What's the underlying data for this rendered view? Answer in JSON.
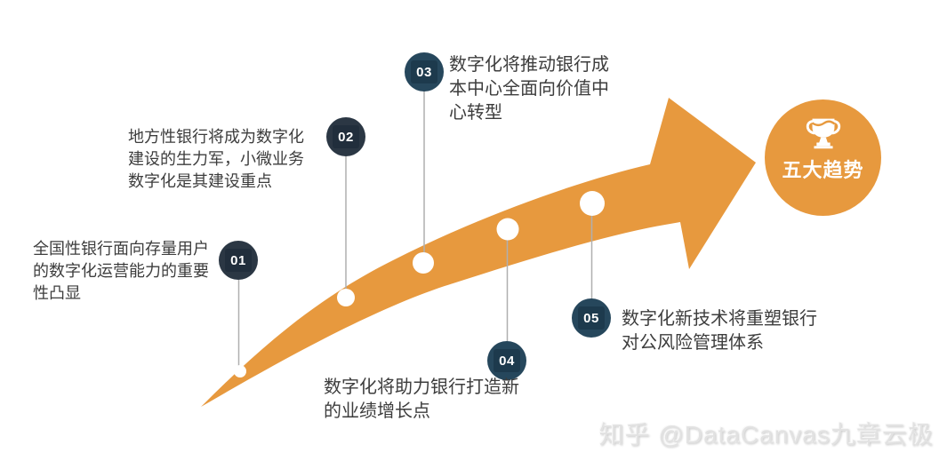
{
  "colors": {
    "orange": "#E7993E",
    "navyDark": "#2B3744",
    "navyBlue": "#26475C",
    "connector": "#AFAFAF",
    "bodyText": "#3D3D3D",
    "watermark": "#E2E2E2"
  },
  "goal": {
    "label": "五大趋势",
    "icon": "trophy-icon"
  },
  "steps": [
    {
      "number": "01",
      "text": "全国性银行面向存量用户\n的数字化运营能力的重要\n性凸显"
    },
    {
      "number": "02",
      "text": "地方性银行将成为数字化\n建设的生力军，小微业务\n数字化是其建设重点"
    },
    {
      "number": "03",
      "text": "数字化将推动银行成\n本中心全面向价值中\n心转型"
    },
    {
      "number": "04",
      "text": "数字化将助力银行打造新\n的业绩增长点"
    },
    {
      "number": "05",
      "text": "数字化新技术将重塑银行\n对公风险管理体系"
    }
  ],
  "watermark": {
    "text": "知乎 @DataCanvas九章云极"
  }
}
